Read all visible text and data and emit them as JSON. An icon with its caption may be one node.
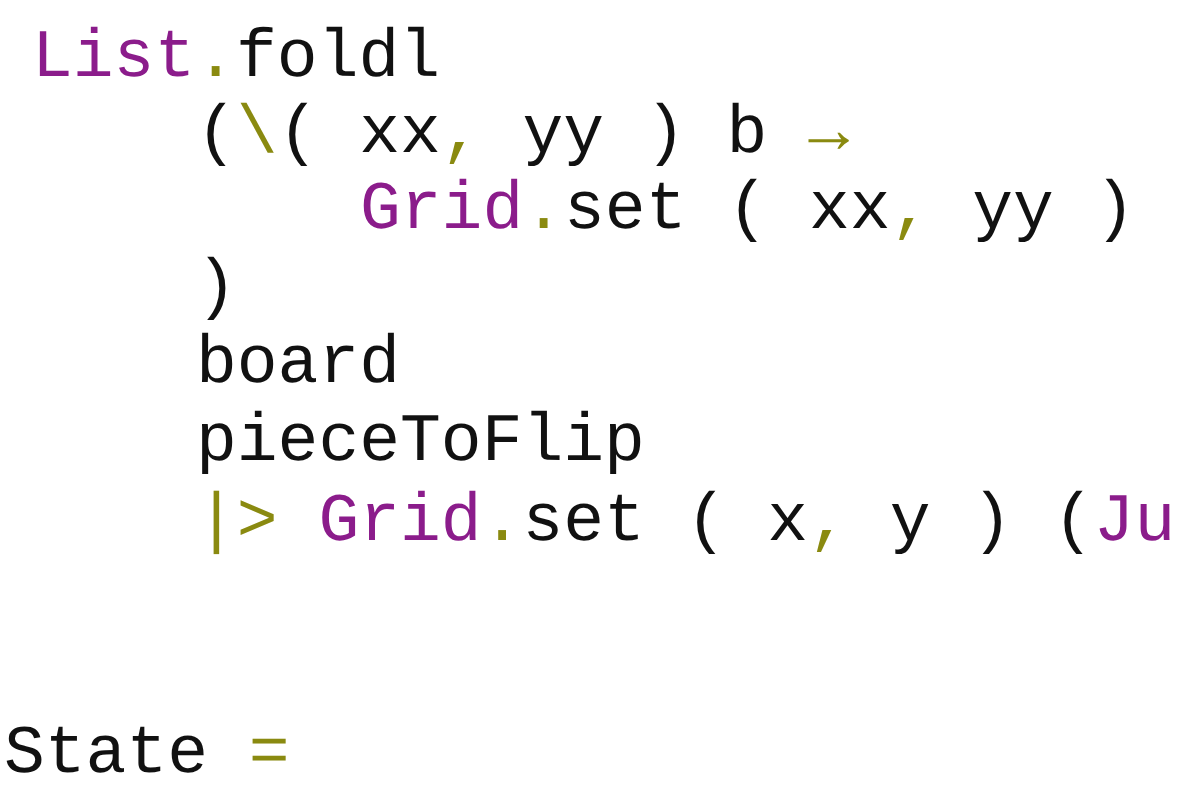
{
  "diagram": {
    "labels": [
      "List.foldl",
      "(\\( xx, yy ) b →",
      "Grid.set ( xx, yy )",
      ")",
      "board",
      "pieceToFlip",
      "|> Grid.set ( x, y ) (Ju",
      "State ="
    ]
  }
}
